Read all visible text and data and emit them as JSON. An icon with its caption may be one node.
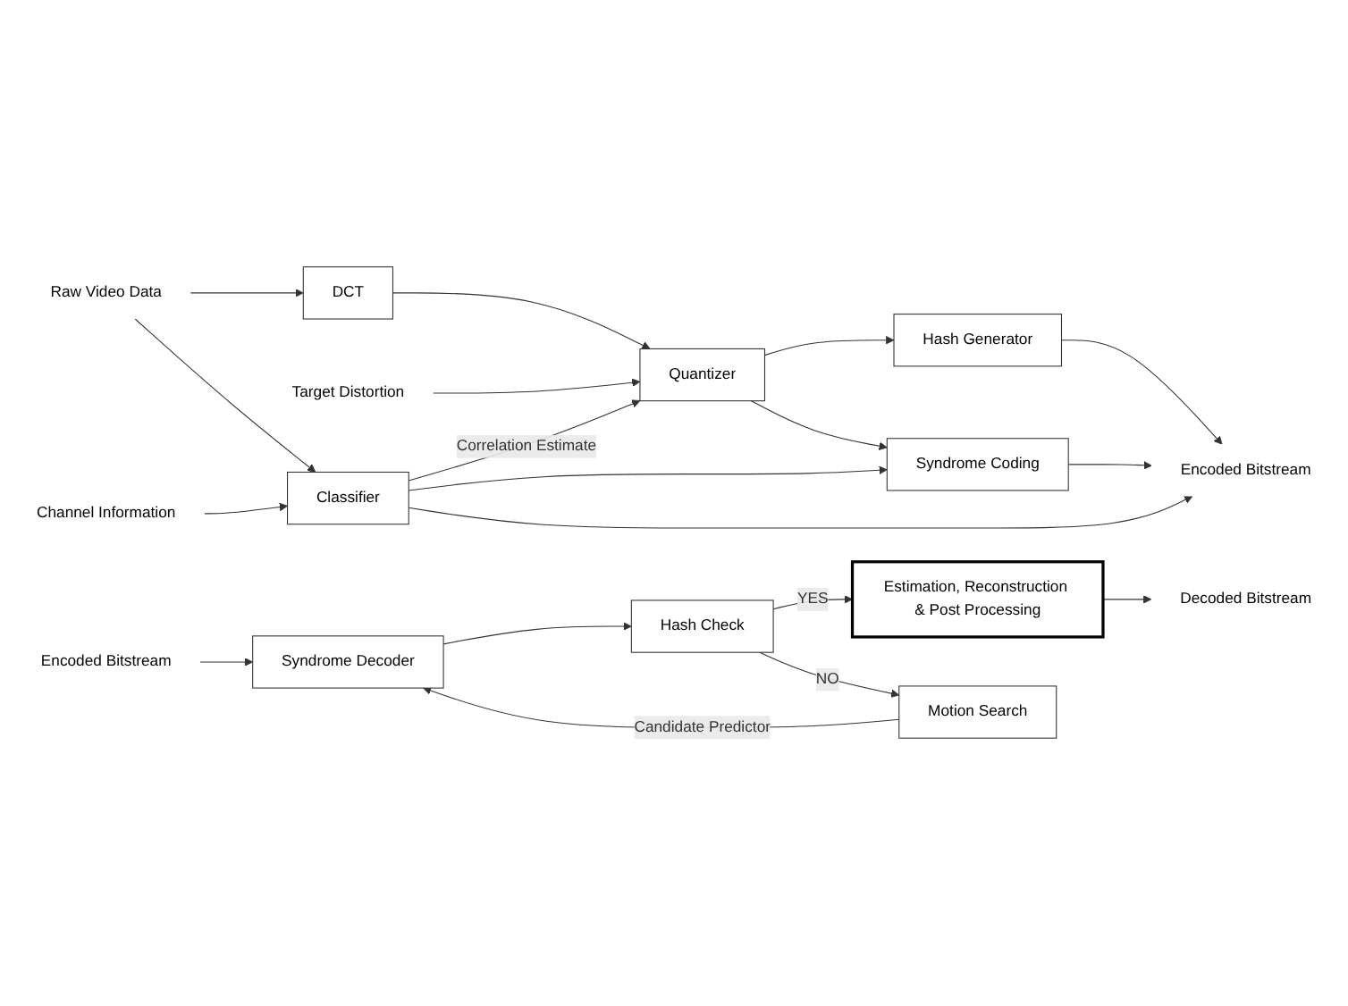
{
  "diagram": {
    "nodes": [
      {
        "text": [
          "Raw Video Data"
        ]
      },
      {
        "text": [
          "DCT"
        ]
      },
      {
        "text": [
          "Target Distortion"
        ]
      },
      {
        "text": [
          "Quantizer"
        ]
      },
      {
        "text": [
          "Hash Generator"
        ]
      },
      {
        "text": [
          "Syndrome Coding"
        ]
      },
      {
        "text": [
          "Encoded Bitstream"
        ]
      },
      {
        "text": [
          "Classifier"
        ]
      },
      {
        "text": [
          "Channel Information"
        ]
      },
      {
        "text": [
          "Encoded Bitstream"
        ]
      },
      {
        "text": [
          "Syndrome Decoder"
        ]
      },
      {
        "text": [
          "Hash Check"
        ]
      },
      {
        "text": [
          "Estimation, Reconstruction & Post Processing"
        ]
      },
      {
        "text": [
          "Decoded Bitstream"
        ]
      },
      {
        "text": [
          "Motion Search"
        ]
      }
    ],
    "edges": [
      {
        "from": 0,
        "to": 1,
        "arrow": "to"
      },
      {
        "from": 1,
        "to": 3,
        "arrow": "to"
      },
      {
        "from": 2,
        "to": 3,
        "arrow": "to"
      },
      {
        "from": 3,
        "to": 4,
        "arrow": "to"
      },
      {
        "from": 3,
        "to": 5,
        "arrow": "to"
      },
      {
        "from": 4,
        "to": 6,
        "arrow": "to"
      },
      {
        "from": 5,
        "to": 6,
        "arrow": "to"
      },
      {
        "from": 0,
        "to": 7,
        "arrow": "to"
      },
      {
        "from": 7,
        "to": 3,
        "label": "Correlation Estimate",
        "arrow": "to"
      },
      {
        "from": 7,
        "to": 5,
        "arrow": "to"
      },
      {
        "from": 7,
        "to": 6,
        "arrow": "to"
      },
      {
        "from": 8,
        "to": 7,
        "arrow": "to"
      },
      {
        "from": 9,
        "to": 10,
        "arrow": "to"
      },
      {
        "from": 10,
        "to": 11,
        "arrow": "to"
      },
      {
        "from": 11,
        "to": 12,
        "label": "YES",
        "arrow": "to"
      },
      {
        "from": 12,
        "to": 13,
        "arrow": "to"
      },
      {
        "from": 11,
        "to": 14,
        "label": "NO",
        "arrow": "to"
      },
      {
        "from": 14,
        "to": 10,
        "label": "Candidate Predictor",
        "arrow": "to"
      }
    ]
  }
}
